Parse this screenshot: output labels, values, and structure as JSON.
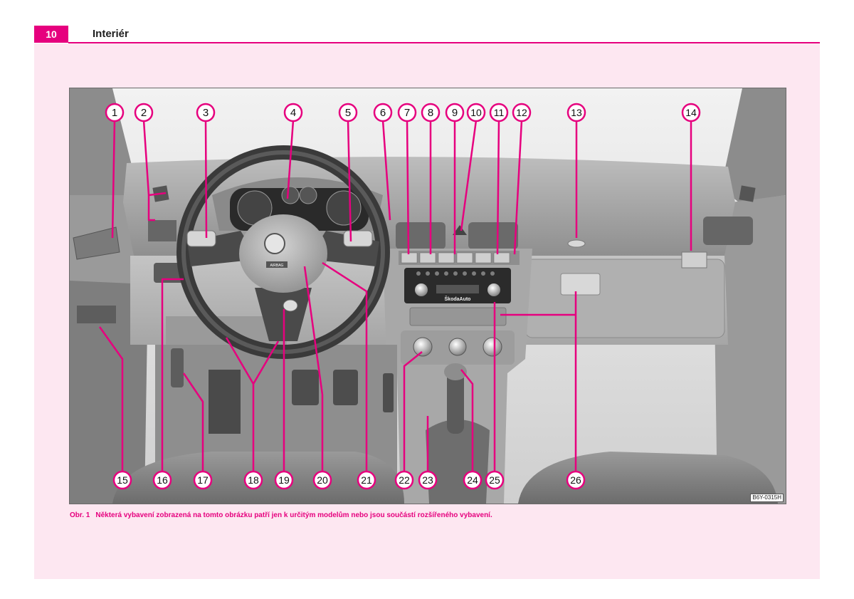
{
  "header": {
    "page_number": "10",
    "section_title": "Interiér"
  },
  "figure": {
    "code": "B6Y-0315H",
    "callouts": [
      "1",
      "2",
      "3",
      "4",
      "5",
      "6",
      "7",
      "8",
      "9",
      "10",
      "11",
      "12",
      "13",
      "14",
      "15",
      "16",
      "17",
      "18",
      "19",
      "20",
      "21",
      "22",
      "23",
      "24",
      "25",
      "26"
    ],
    "panel_labels": {
      "horn": "AIRBAG",
      "brand": "ŠkodaAuto"
    }
  },
  "caption": {
    "label": "Obr. 1",
    "text": "Některá vybavení zobrazená na tomto obrázku patří jen k určitým modelům nebo jsou součástí rozšířeného vybavení."
  },
  "colors": {
    "accent": "#e6007e",
    "panel": "#fde7f1"
  }
}
